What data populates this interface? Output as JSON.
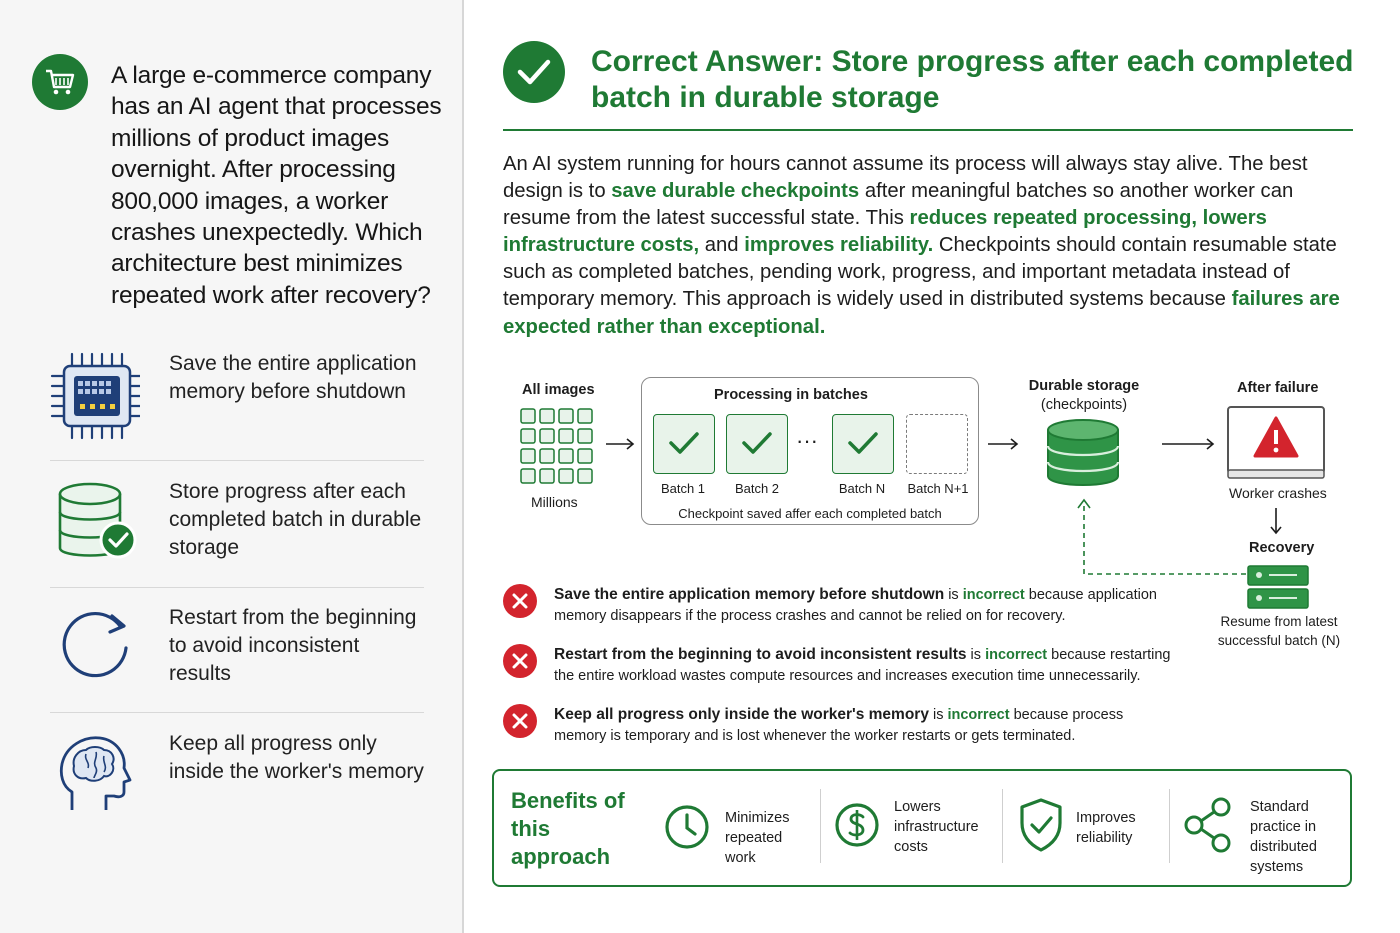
{
  "question": {
    "icon": "shopping-cart-icon",
    "text": "A large e-commerce company has an AI agent that processes millions of product images overnight. After processing 800,000 images, a worker crashes unexpectedly. Which architecture best minimizes repeated work after recovery?"
  },
  "options": [
    {
      "icon": "cpu-chip-icon",
      "text": "Save the entire application memory before shutdown"
    },
    {
      "icon": "database-check-icon",
      "text": "Store progress after each completed batch in durable storage"
    },
    {
      "icon": "restart-arrow-icon",
      "text": "Restart from the beginning to avoid inconsistent results"
    },
    {
      "icon": "brain-head-icon",
      "text": "Keep all progress only inside the worker's memory"
    }
  ],
  "answer": {
    "title": "Correct Answer: Store progress after each completed batch in durable storage"
  },
  "explanation": {
    "p1": "An AI system running for hours cannot assume its process will always stay alive. The best design is to ",
    "h1": "save durable checkpoints",
    "p2": " after meaningful batches so another worker can resume from the latest successful state. This ",
    "h2": "reduces repeated processing, lowers infrastructure costs,",
    "p3": " and ",
    "h3": "improves reliability.",
    "p4": " Checkpoints should contain resumable state such as completed batches, pending work, progress, and important metadata instead of temporary memory. This approach is widely used in distributed systems because ",
    "h4": "failures are expected rather than exceptional."
  },
  "diagram": {
    "all_images": "All images",
    "millions": "Millions",
    "processing": "Processing in batches",
    "batches": [
      "Batch 1",
      "Batch 2",
      "Batch N",
      "Batch N+1"
    ],
    "ellipsis": "···",
    "checkpoint_note": "Checkpoint saved affer each completed batch",
    "durable_title": "Durable storage",
    "durable_sub": "(checkpoints)",
    "after_failure": "After failure",
    "worker_crashes": "Worker crashes",
    "recovery": "Recovery",
    "resume": "Resume from latest successful batch (N)"
  },
  "incorrect": [
    {
      "strong": "Save the entire application memory before shutdown",
      "is": " is ",
      "word": "incorrect",
      "rest": " because application memory disappears if the process crashes and cannot be relied on for recovery."
    },
    {
      "strong": "Restart from the beginning to avoid inconsistent results",
      "is": " is ",
      "word": "incorrect",
      "rest": " because restarting the entire workload wastes compute resources and increases execution time unnecessarily."
    },
    {
      "strong": "Keep all progress only inside the worker's memory",
      "is": " is ",
      "word": "incorrect",
      "rest": " because process memory is temporary and is lost whenever the worker restarts or gets terminated."
    }
  ],
  "benefits": {
    "title": "Benefits of this approach",
    "items": [
      {
        "icon": "clock-icon",
        "text": "Minimizes repeated work"
      },
      {
        "icon": "dollar-icon",
        "text": "Lowers infrastructure costs"
      },
      {
        "icon": "shield-check-icon",
        "text": "Improves reliability"
      },
      {
        "icon": "share-network-icon",
        "text": "Standard practice in distributed systems"
      }
    ]
  },
  "colors": {
    "green": "#1f7a34",
    "red": "#d3242d",
    "navy": "#1f3f78"
  }
}
